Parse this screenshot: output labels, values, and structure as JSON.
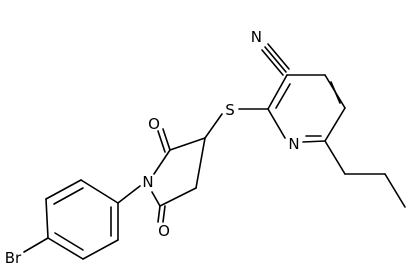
{
  "atoms": {
    "nitrile_n": "N",
    "sulfur": "S",
    "pyridine_n": "N",
    "carbonyl_o_top": "O",
    "carbonyl_o_bottom": "O",
    "imide_n": "N",
    "bromine": "Br"
  }
}
